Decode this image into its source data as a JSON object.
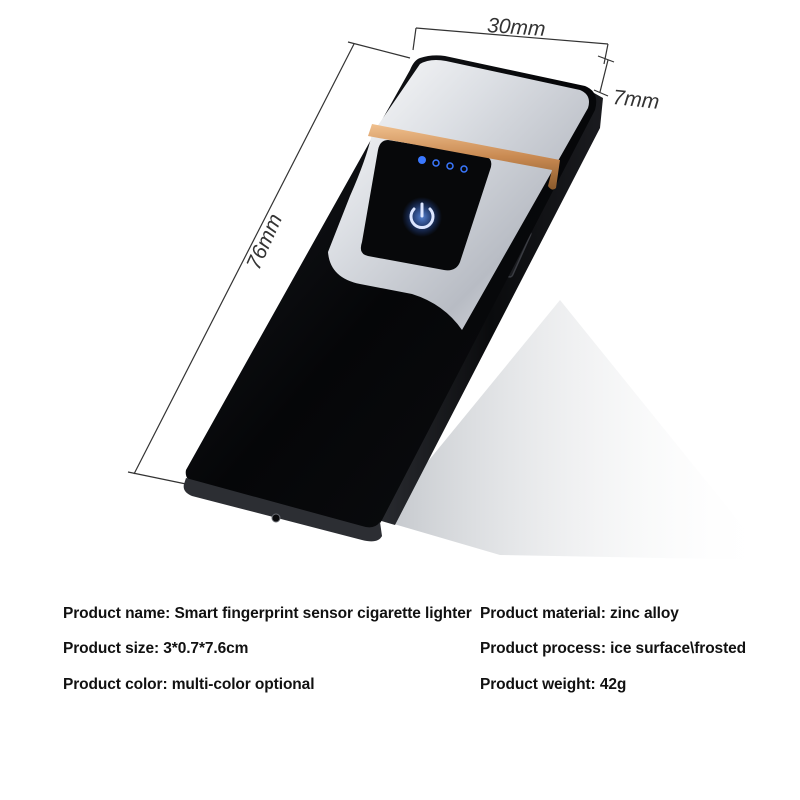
{
  "dimensions": {
    "width": "30mm",
    "depth": "7mm",
    "height": "76mm"
  },
  "specs": {
    "name": {
      "key": "Product name",
      "value": "Smart fingerprint sensor cigarette lighter"
    },
    "size": {
      "key": "Product size",
      "value": "3*0.7*7.6cm"
    },
    "color": {
      "key": "Product color",
      "value": "multi-color optional"
    },
    "material": {
      "key": "Product material",
      "value": "zinc alloy"
    },
    "process": {
      "key": "Product process",
      "value": "ice surface\\frosted"
    },
    "weight": {
      "key": "Product weight",
      "value": "42g"
    }
  },
  "colors": {
    "body": "#050608",
    "chrome_light": "#e8eaee",
    "gold_band": "#c98a52",
    "led_blue": "#2f6dff"
  },
  "icons": {
    "power": "power-icon",
    "leds": "battery-led-dots"
  }
}
